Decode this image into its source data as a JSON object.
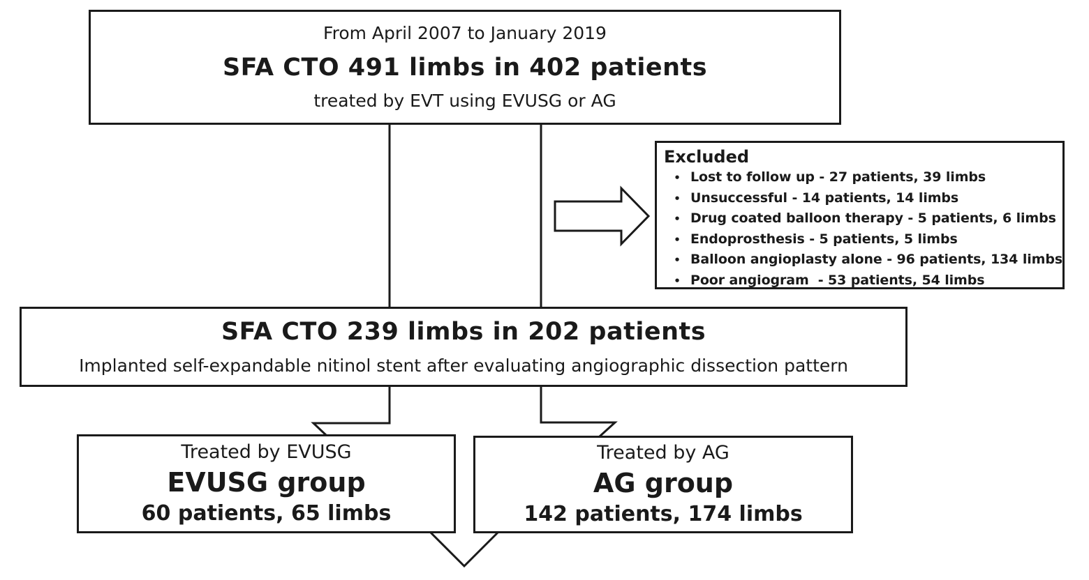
{
  "diagram": {
    "top_box": {
      "line1": "From April 2007 to January 2019",
      "line2": "SFA CTO 491 limbs in 402 patients",
      "line3": "treated by EVT using EVUSG or AG"
    },
    "excluded_box": {
      "title": "Excluded",
      "bullet": "•",
      "items": [
        "Lost to follow up - 27 patients, 39 limbs",
        "Unsuccessful - 14 patients, 14 limbs",
        "Drug coated balloon therapy - 5 patients, 6 limbs",
        "Endoprosthesis - 5 patients, 5 limbs",
        "Balloon angioplasty alone - 96 patients, 134 limbs",
        "Poor angiogram  - 53 patients, 54 limbs"
      ]
    },
    "middle_box": {
      "line1": "SFA CTO 239 limbs in 202 patients",
      "line2": "Implanted self-expandable nitinol stent after evaluating angiographic dissection pattern"
    },
    "evusg_box": {
      "line1": "Treated by EVUSG",
      "line2": "EVUSG group",
      "line3": "60 patients, 65 limbs"
    },
    "ag_box": {
      "line1": "Treated by AG",
      "line2": "AG group",
      "line3": "142 patients, 174 limbs"
    }
  },
  "icons": {
    "excluded_arrow": "block-arrow-right-icon",
    "merge_arrow": "chevron-down-arrow-icon",
    "split_connector_left": "bent-arrow-down-left",
    "split_connector_right": "bent-arrow-down-right"
  },
  "colors": {
    "line": "#1a1a1a",
    "background": "#ffffff",
    "text": "#1a1a1a"
  }
}
